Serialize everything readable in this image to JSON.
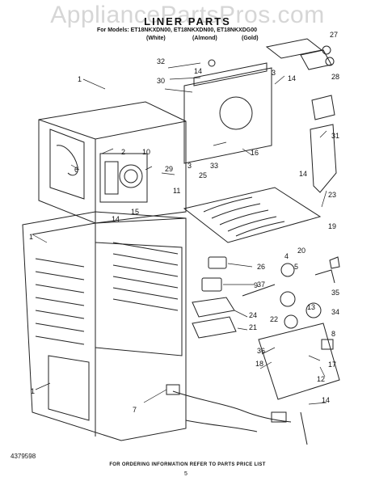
{
  "watermark": "AppliancePartsPros.com",
  "title": "LINER PARTS",
  "models_line": "For Models: ET18NKXDN00, ET18NKXDN00, ET18NKXDG00",
  "colors": [
    "(White)",
    "(Almond)",
    "(Gold)"
  ],
  "footer_note": "FOR ORDERING INFORMATION REFER TO PARTS PRICE LIST",
  "page_number": "5",
  "document_number": "4379598",
  "callouts": [
    "1",
    "2",
    "3",
    "4",
    "5",
    "6",
    "7",
    "8",
    "9",
    "10",
    "11",
    "12",
    "13",
    "14",
    "15",
    "16",
    "17",
    "18",
    "19",
    "20",
    "21",
    "22",
    "23",
    "24",
    "25",
    "26",
    "27",
    "28",
    "29",
    "30",
    "31",
    "32",
    "33",
    "34",
    "35",
    "36",
    "37"
  ]
}
